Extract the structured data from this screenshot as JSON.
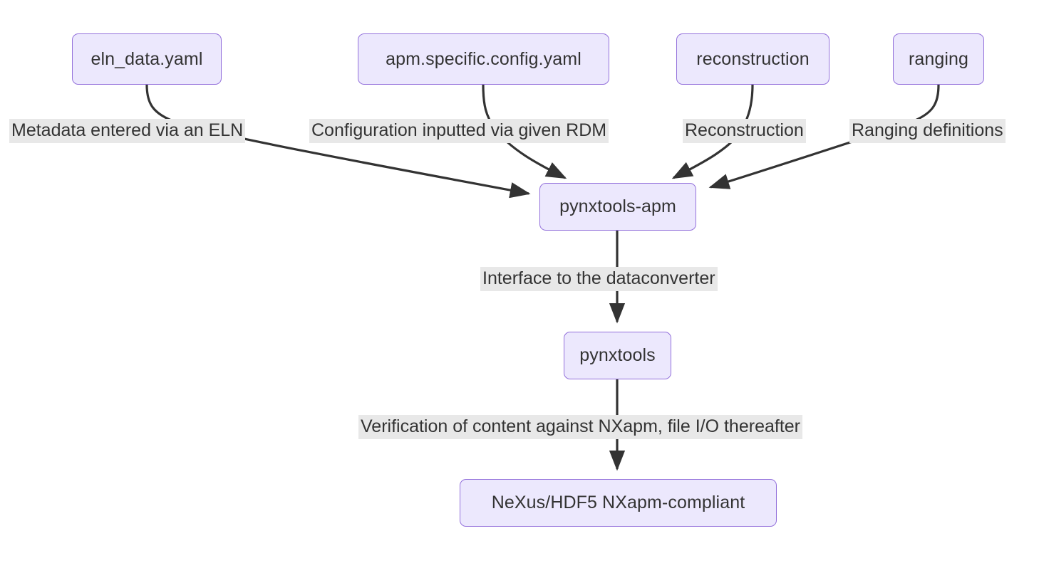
{
  "diagram": {
    "type": "flowchart",
    "direction": "top-down",
    "background_color": "#ffffff",
    "node_fill": "#ECE8FD",
    "node_stroke": "#9370DB",
    "edge_color": "#333333",
    "edge_label_background": "#E8E8E8",
    "text_color": "#333333",
    "nodes": [
      {
        "id": "eln",
        "label": "eln_data.yaml"
      },
      {
        "id": "apmcfg",
        "label": "apm.specific.config.yaml"
      },
      {
        "id": "recon",
        "label": "reconstruction"
      },
      {
        "id": "ranging",
        "label": "ranging"
      },
      {
        "id": "pynxtoolsapm",
        "label": "pynxtools-apm"
      },
      {
        "id": "pynxtools",
        "label": "pynxtools"
      },
      {
        "id": "nexus",
        "label": "NeXus/HDF5 NXapm-compliant"
      }
    ],
    "edges": [
      {
        "from": "eln",
        "to": "pynxtoolsapm",
        "label": "Metadata entered via an ELN"
      },
      {
        "from": "apmcfg",
        "to": "pynxtoolsapm",
        "label": "Configuration inputted via given RDM"
      },
      {
        "from": "recon",
        "to": "pynxtoolsapm",
        "label": "Reconstruction"
      },
      {
        "from": "ranging",
        "to": "pynxtoolsapm",
        "label": "Ranging definitions"
      },
      {
        "from": "pynxtoolsapm",
        "to": "pynxtools",
        "label": "Interface to the dataconverter"
      },
      {
        "from": "pynxtools",
        "to": "nexus",
        "label": "Verification of content against NXapm, file I/O thereafter"
      }
    ]
  }
}
